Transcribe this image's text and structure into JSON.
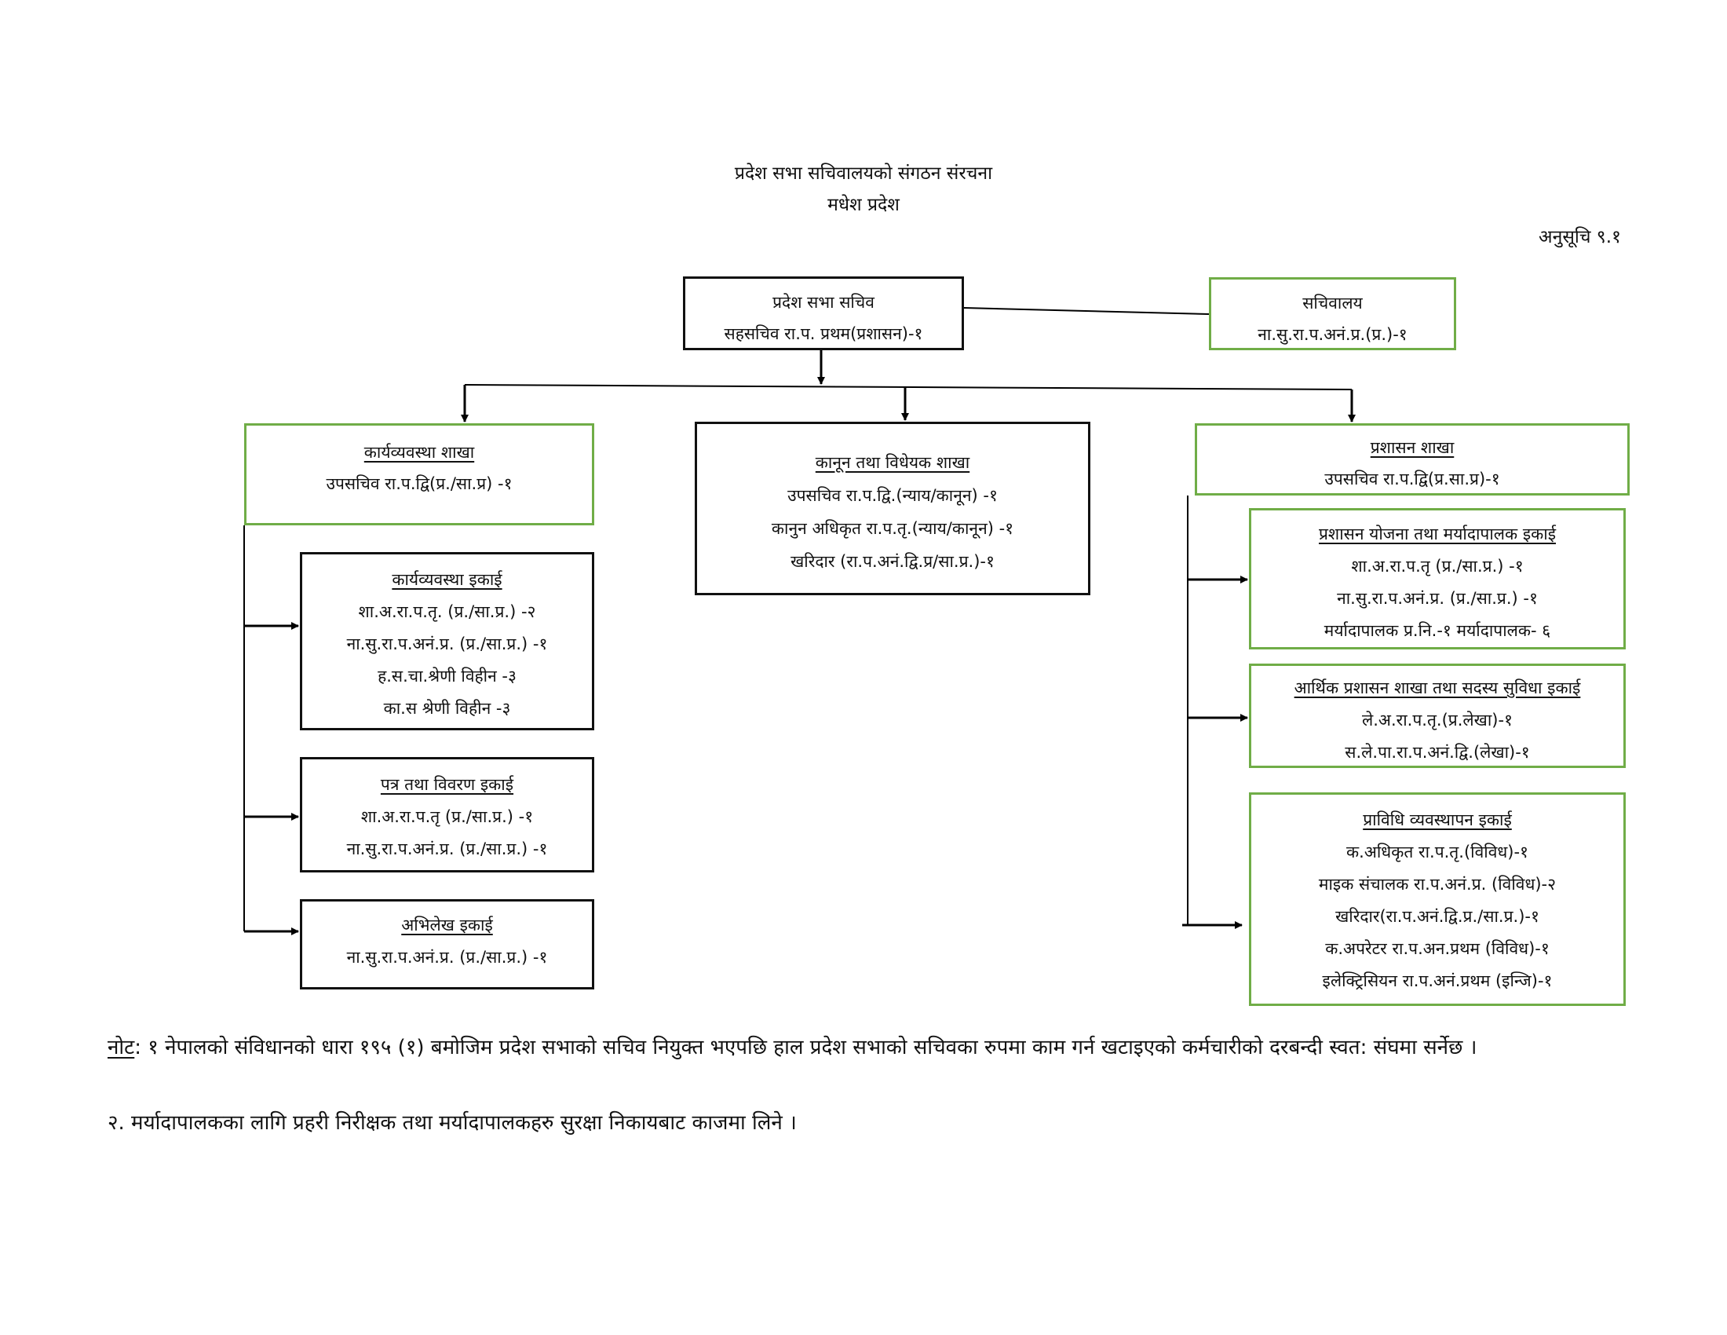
{
  "header": {
    "title": "प्रदेश सभा सचिवालयको संगठन संरचना",
    "subtitle": "मधेश प्रदेश",
    "annex_label": "अनुसूचि ९.१"
  },
  "org_chart": {
    "top": {
      "title": "प्रदेश सभा सचिव",
      "lines": [
        "सहसचिव रा.प. प्रथम(प्रशासन)-१"
      ]
    },
    "secretariat": {
      "title": "सचिवालय",
      "lines": [
        "ना.सु.रा.प.अनं.प्र.(प्र.)-१"
      ]
    },
    "branches": [
      {
        "title": "कार्यव्यवस्था शाखा",
        "lines": [
          "उपसचिव रा.प.द्वि(प्र./सा.प्र) -१"
        ],
        "units": [
          {
            "title": "कार्यव्यवस्था इकाई",
            "lines": [
              "शा.अ.रा.प.तृ. (प्र./सा.प्र.) -२",
              "ना.सु.रा.प.अनं.प्र. (प्र./सा.प्र.) -१",
              "ह.स.चा.श्रेणी विहीन -३",
              "का.स श्रेणी विहीन -३"
            ]
          },
          {
            "title": "पत्र तथा विवरण इकाई",
            "lines": [
              "शा.अ.रा.प.तृ (प्र./सा.प्र.) -१",
              "ना.सु.रा.प.अनं.प्र. (प्र./सा.प्र.) -१"
            ]
          },
          {
            "title": "अभिलेख इकाई",
            "lines": [
              "ना.सु.रा.प.अनं.प्र. (प्र./सा.प्र.) -१"
            ]
          }
        ]
      },
      {
        "title": "कानून तथा विधेयक शाखा",
        "lines": [
          "उपसचिव रा.प.द्वि.(न्याय/कानून) -१",
          "कानुन अधिकृत रा.प.तृ.(न्याय/कानून) -१",
          "खरिदार (रा.प.अनं.द्वि.प्र/सा.प्र.)-१"
        ],
        "units": []
      },
      {
        "title": "प्रशासन शाखा",
        "lines": [
          "उपसचिव रा.प.द्वि(प्र.सा.प्र)-१"
        ],
        "units": [
          {
            "title": "प्रशासन योजना तथा मर्यादापालक इकाई",
            "lines": [
              "शा.अ.रा.प.तृ (प्र./सा.प्र.) -१",
              "ना.सु.रा.प.अनं.प्र. (प्र./सा.प्र.) -१",
              "मर्यादापालक प्र.नि.-१ मर्यादापालक- ६"
            ]
          },
          {
            "title": "आर्थिक प्रशासन शाखा तथा सदस्य सुविधा इकाई",
            "lines": [
              "ले.अ.रा.प.तृ.(प्र.लेखा)-१",
              "स.ले.पा.रा.प.अनं.द्वि.(लेखा)-१"
            ]
          },
          {
            "title": "प्राविधि व्यवस्थापन इकाई",
            "lines": [
              "क.अधिकृत रा.प.तृ.(विविध)-१",
              "माइक संचालक रा.प.अनं.प्र. (विविध)-२",
              "खरिदार(रा.प.अनं.द्वि.प्र./सा.प्र.)-१",
              "क.अपरेटर रा.प.अन.प्रथम (विविध)-१",
              "इलेक्ट्रिसियन रा.प.अनं.प्रथम (इन्जि)-१"
            ]
          }
        ]
      }
    ]
  },
  "notes": {
    "label": "नोट",
    "note1": ": १ नेपालको संविधानको धारा १९५ (१) बमोजिम प्रदेश सभाको सचिव नियुक्त भएपछि हाल प्रदेश सभाको सचिवका रुपमा काम गर्न खटाइएको कर्मचारीको दरबन्दी स्वत: संघमा सर्नेछ ।",
    "note2": "२. मर्यादापालकका लागि प्रहरी निरीक्षक तथा मर्यादापालकहरु सुरक्षा निकायबाट काजमा लिने ।"
  },
  "colors": {
    "primary_border": "#111111",
    "secondary_border": "#70ad47"
  }
}
